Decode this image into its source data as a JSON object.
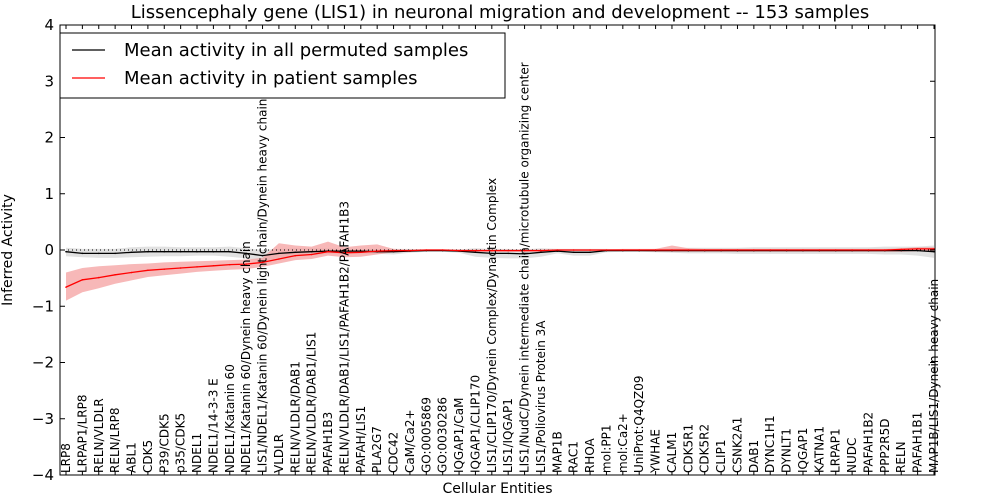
{
  "chart_data": {
    "type": "line",
    "title": "Lissencephaly gene (LIS1) in neuronal migration and development -- 153 samples",
    "xlabel": "Cellular Entities",
    "ylabel": "Inferred Activity",
    "ylim": [
      -4,
      4
    ],
    "yticks": [
      -4,
      -3,
      -2,
      -1,
      0,
      1,
      2,
      3,
      4
    ],
    "grid": false,
    "legend_position": "top-left",
    "categories": [
      "LRP8",
      "LRPAP1/LRP8",
      "RELN/VLDLR",
      "RELN/LRP8",
      "ABL1",
      "CDK5",
      "P39/CDK5",
      "p35/CDK5",
      "NDEL1",
      "NDEL1/14-3-3 E",
      "NDEL1/Katanin 60",
      "NDEL1/Katanin 60/Dynein heavy chain",
      "LIS1/NDEL1/Katanin 60/Dynein light chain/Dynein heavy chain",
      "VLDLR",
      "RELN/VLDLR/DAB1",
      "RELN/VLDLR/DAB1/LIS1",
      "PAFAH1B3",
      "RELN/VLDLR/DAB1/LIS1/PAFAH1B2/PAFAH1B3",
      "PAFAH/LIS1",
      "PLA2G7",
      "CDC42",
      "CaM/Ca2+",
      "GO:0005869",
      "GO:0030286",
      "IQGAP1/CaM",
      "IQGAP1/CLIP170",
      "LIS1/CLIP170/Dynein Complex/Dynactin Complex",
      "LIS1/IQGAP1",
      "LIS1/NudC/Dynein intermediate chain/microtubule organizing center",
      "LIS1/Poliovirus Protein 3A",
      "MAP1B",
      "RAC1",
      "RHOA",
      "mol:PP1",
      "mol:Ca2+",
      "UniProt:Q4QZ09",
      "YWHAE",
      "CALM1",
      "CDK5R1",
      "CDK5R2",
      "CLIP1",
      "CSNK2A1",
      "DAB1",
      "DYNC1H1",
      "DYNLT1",
      "IQGAP1",
      "KATNA1",
      "LRPAP1",
      "NUDC",
      "PAFAH1B2",
      "PPP2R5D",
      "RELN",
      "PAFAH1B1",
      "MAP1B/LIS1/Dynein heavy chain"
    ],
    "series": [
      {
        "name": "Mean activity in all permuted samples",
        "color": "#000000",
        "band_color": "#c8c8c8",
        "values": [
          -0.03,
          -0.06,
          -0.06,
          -0.06,
          -0.04,
          -0.03,
          -0.03,
          -0.03,
          -0.03,
          -0.03,
          -0.03,
          -0.06,
          -0.1,
          -0.06,
          -0.04,
          -0.03,
          -0.02,
          -0.02,
          -0.02,
          -0.03,
          -0.03,
          -0.02,
          -0.01,
          -0.01,
          -0.02,
          -0.04,
          -0.06,
          -0.06,
          -0.07,
          -0.04,
          -0.02,
          -0.04,
          -0.04,
          -0.01,
          -0.01,
          -0.01,
          -0.01,
          -0.01,
          -0.01,
          -0.01,
          -0.01,
          -0.01,
          -0.01,
          -0.01,
          -0.01,
          -0.01,
          -0.01,
          -0.01,
          -0.01,
          -0.01,
          -0.01,
          -0.01,
          -0.01,
          -0.03
        ],
        "lower": [
          -0.11,
          -0.13,
          -0.14,
          -0.14,
          -0.13,
          -0.12,
          -0.11,
          -0.11,
          -0.1,
          -0.1,
          -0.12,
          -0.15,
          -0.2,
          -0.14,
          -0.12,
          -0.09,
          -0.07,
          -0.06,
          -0.06,
          -0.07,
          -0.08,
          -0.05,
          -0.03,
          -0.03,
          -0.05,
          -0.12,
          -0.14,
          -0.15,
          -0.15,
          -0.12,
          -0.06,
          -0.1,
          -0.1,
          -0.04,
          -0.03,
          -0.03,
          -0.04,
          -0.05,
          -0.06,
          -0.06,
          -0.06,
          -0.07,
          -0.07,
          -0.07,
          -0.07,
          -0.07,
          -0.07,
          -0.07,
          -0.07,
          -0.07,
          -0.08,
          -0.08,
          -0.1,
          -0.14
        ],
        "upper": [
          0.04,
          0.02,
          0.02,
          0.02,
          0.05,
          0.06,
          0.06,
          0.05,
          0.05,
          0.05,
          0.06,
          0.03,
          0.0,
          0.02,
          0.03,
          0.03,
          0.03,
          0.02,
          0.02,
          0.02,
          0.02,
          0.02,
          0.01,
          0.01,
          0.01,
          0.03,
          0.02,
          0.02,
          0.01,
          0.03,
          0.02,
          0.02,
          0.02,
          0.02,
          0.01,
          0.01,
          0.02,
          0.03,
          0.04,
          0.04,
          0.04,
          0.04,
          0.05,
          0.05,
          0.05,
          0.05,
          0.05,
          0.05,
          0.05,
          0.05,
          0.06,
          0.06,
          0.06,
          0.08
        ]
      },
      {
        "name": "Mean activity in patient samples",
        "color": "#ff0000",
        "band_color": "#f4a0a0",
        "values": [
          -0.66,
          -0.53,
          -0.49,
          -0.44,
          -0.4,
          -0.36,
          -0.34,
          -0.32,
          -0.3,
          -0.28,
          -0.26,
          -0.25,
          -0.22,
          -0.16,
          -0.1,
          -0.08,
          -0.03,
          -0.05,
          -0.04,
          -0.02,
          -0.01,
          -0.01,
          0.0,
          0.0,
          -0.01,
          -0.01,
          -0.01,
          -0.01,
          -0.01,
          -0.01,
          0.0,
          0.0,
          0.0,
          0.0,
          0.0,
          0.0,
          0.0,
          0.0,
          0.0,
          0.0,
          0.0,
          0.0,
          0.0,
          0.0,
          0.0,
          0.0,
          0.0,
          0.0,
          0.0,
          0.0,
          0.0,
          0.01,
          0.02,
          0.02
        ],
        "lower": [
          -0.9,
          -0.75,
          -0.68,
          -0.6,
          -0.54,
          -0.48,
          -0.45,
          -0.42,
          -0.39,
          -0.37,
          -0.35,
          -0.34,
          -0.3,
          -0.24,
          -0.18,
          -0.16,
          -0.1,
          -0.13,
          -0.12,
          -0.08,
          -0.04,
          -0.03,
          -0.01,
          -0.01,
          -0.03,
          -0.03,
          -0.03,
          -0.03,
          -0.03,
          -0.03,
          -0.02,
          -0.02,
          -0.02,
          -0.02,
          -0.02,
          -0.02,
          -0.03,
          -0.03,
          -0.03,
          -0.03,
          -0.03,
          -0.03,
          -0.03,
          -0.03,
          -0.03,
          -0.03,
          -0.03,
          -0.03,
          -0.03,
          -0.03,
          -0.03,
          -0.03,
          -0.02,
          -0.02
        ],
        "upper": [
          -0.4,
          -0.32,
          -0.29,
          -0.27,
          -0.25,
          -0.24,
          -0.22,
          -0.21,
          -0.2,
          -0.19,
          -0.18,
          -0.17,
          -0.14,
          0.12,
          0.08,
          0.06,
          0.15,
          0.05,
          0.08,
          0.1,
          0.02,
          0.01,
          0.01,
          0.01,
          0.01,
          0.01,
          0.01,
          0.01,
          0.01,
          0.01,
          0.01,
          0.01,
          0.01,
          0.01,
          0.02,
          0.02,
          0.02,
          0.08,
          0.03,
          0.02,
          0.02,
          0.02,
          0.02,
          0.02,
          0.02,
          0.02,
          0.02,
          0.02,
          0.02,
          0.02,
          0.02,
          0.03,
          0.05,
          0.05
        ]
      }
    ],
    "reference_line": {
      "y": 0,
      "style": "dotted",
      "color": "#000000"
    }
  }
}
